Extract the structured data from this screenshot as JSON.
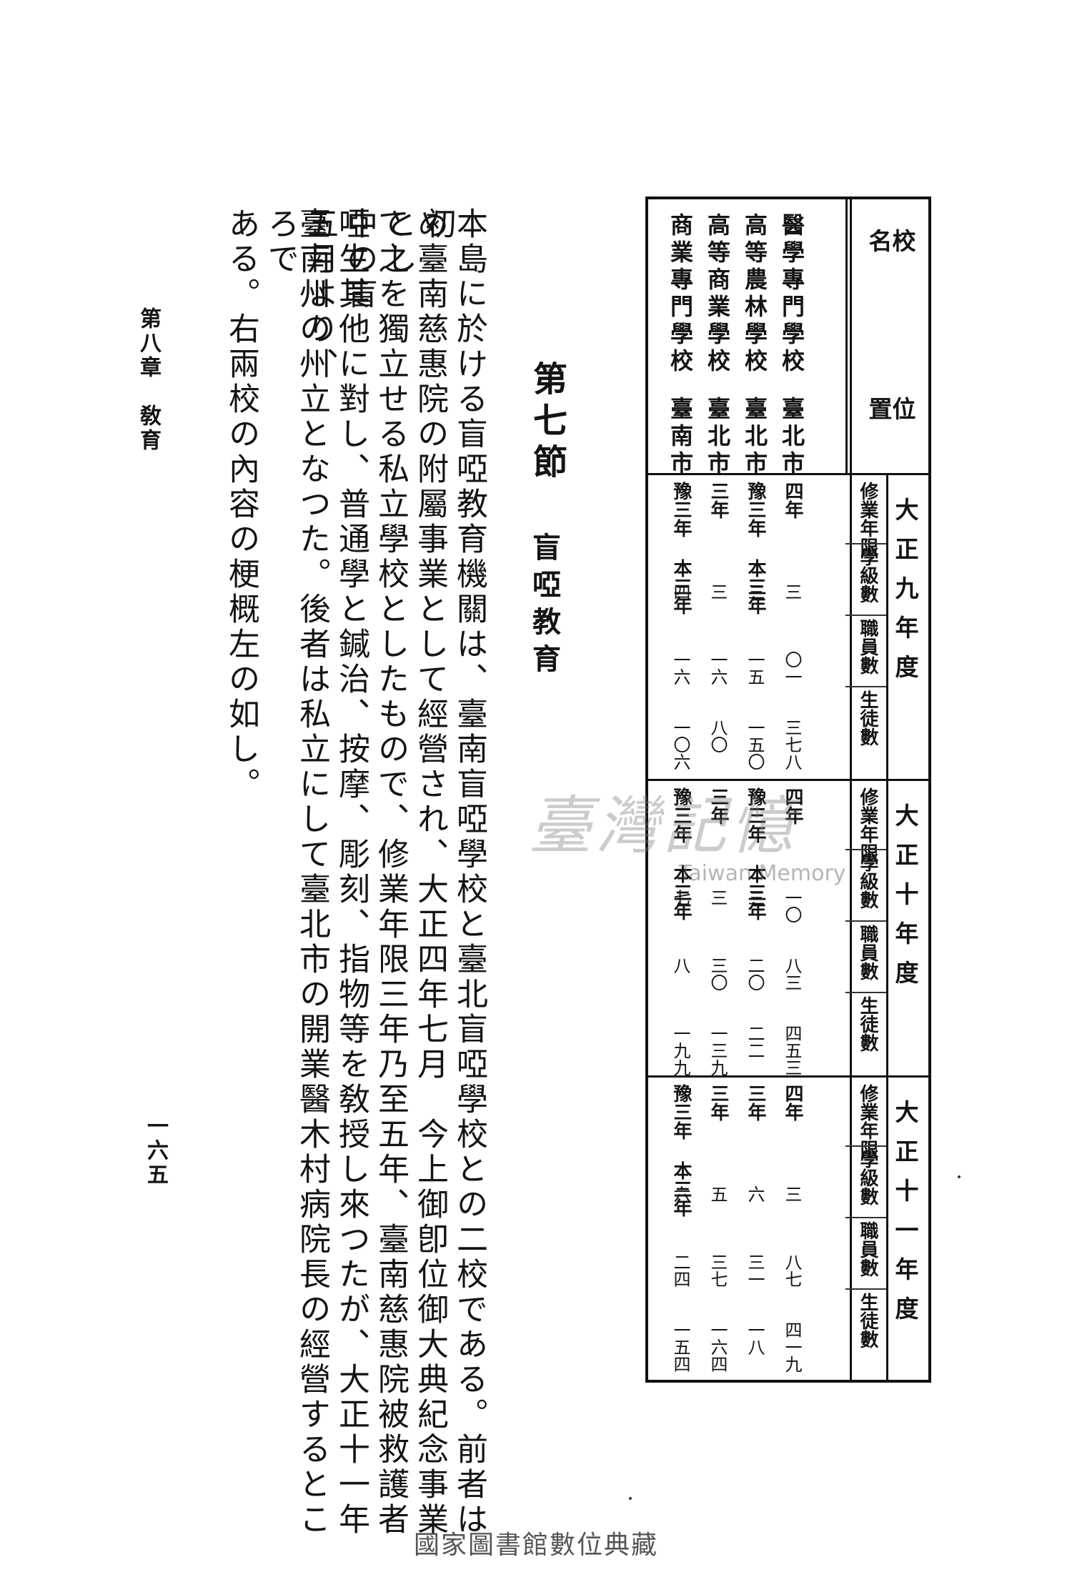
{
  "table": {
    "header_school": "校　名",
    "header_location": "位　置",
    "years": [
      {
        "title": "大正九年度",
        "col_period": "修業年限",
        "col_classes": "學級數",
        "col_staff": "職員數",
        "col_students": "生徒數",
        "rows": [
          {
            "period": "四年",
            "classes": "三",
            "staff": "〇一",
            "students": "三七八"
          },
          {
            "period": "豫三年 本三年",
            "classes": "三",
            "staff": "一五",
            "students": "一五〇"
          },
          {
            "period": "三年",
            "classes": "三",
            "staff": "一六",
            "students": "八〇"
          },
          {
            "period": "豫三年 本三年",
            "classes": "四",
            "staff": "一六",
            "students": "一〇六"
          }
        ]
      },
      {
        "title": "大正十年度",
        "col_period": "修業年限",
        "col_classes": "學級數",
        "col_staff": "職員數",
        "col_students": "生徒數",
        "rows": [
          {
            "period": "四年",
            "classes": "一〇",
            "staff": "八三",
            "students": "四五三"
          },
          {
            "period": "豫三年 本三年",
            "classes": "三",
            "staff": "二〇",
            "students": "二二"
          },
          {
            "period": "三年",
            "classes": "三",
            "staff": "三〇",
            "students": "一三九"
          },
          {
            "period": "豫三年 本三年",
            "classes": "七",
            "staff": "八",
            "students": "一九九"
          }
        ]
      },
      {
        "title": "大正十一年度",
        "col_period": "修業年限",
        "col_classes": "學級數",
        "col_staff": "職員數",
        "col_students": "生徒數",
        "rows": [
          {
            "period": "四年",
            "classes": "三",
            "staff": "八七",
            "students": "四一九"
          },
          {
            "period": "三年",
            "classes": "六",
            "staff": "三一",
            "students": "一八"
          },
          {
            "period": "三年",
            "classes": "五",
            "staff": "三七",
            "students": "一六四"
          },
          {
            "period": "豫三年 本三年",
            "classes": "六",
            "staff": "二四",
            "students": "一五四"
          }
        ]
      }
    ],
    "schools": [
      {
        "name": "醫學專門學校",
        "location": "臺北市"
      },
      {
        "name": "高等農林學校",
        "location": "臺北市"
      },
      {
        "name": "高等商業學校",
        "location": "臺北市"
      },
      {
        "name": "商業專門學校",
        "location": "臺南市"
      }
    ]
  },
  "section": {
    "title": "第七節",
    "subtitle": "盲啞教育"
  },
  "body": {
    "lines": [
      "本島に於ける盲啞教育機關は、臺南盲啞學校と臺北盲啞學校との二校である。前者は初",
      "め臺南慈惠院の附屬事業として經營され、大正四年七月　今上御卽位御大典紀念事業とし",
      "て之を獨立せる私立學校としたもので、修業年限三年乃至五年、臺南慈惠院被救護者中の盲",
      "啞生其他に對し、普通學と鍼治、按摩、彫刻、指物等を敎授し來つたが、大正十一年五月より、",
      "臺南州の州立となつた。後者は私立にして臺北市の開業醫木村病院長の經營するところで",
      "ある。右兩校の內容の梗概左の如し。"
    ]
  },
  "running_head": "第八章　敎育",
  "page_number": "一六五",
  "watermark": {
    "text": "臺灣記憶",
    "subtitle": "Taiwan Memory"
  },
  "footer": "國家圖書館數位典藏"
}
